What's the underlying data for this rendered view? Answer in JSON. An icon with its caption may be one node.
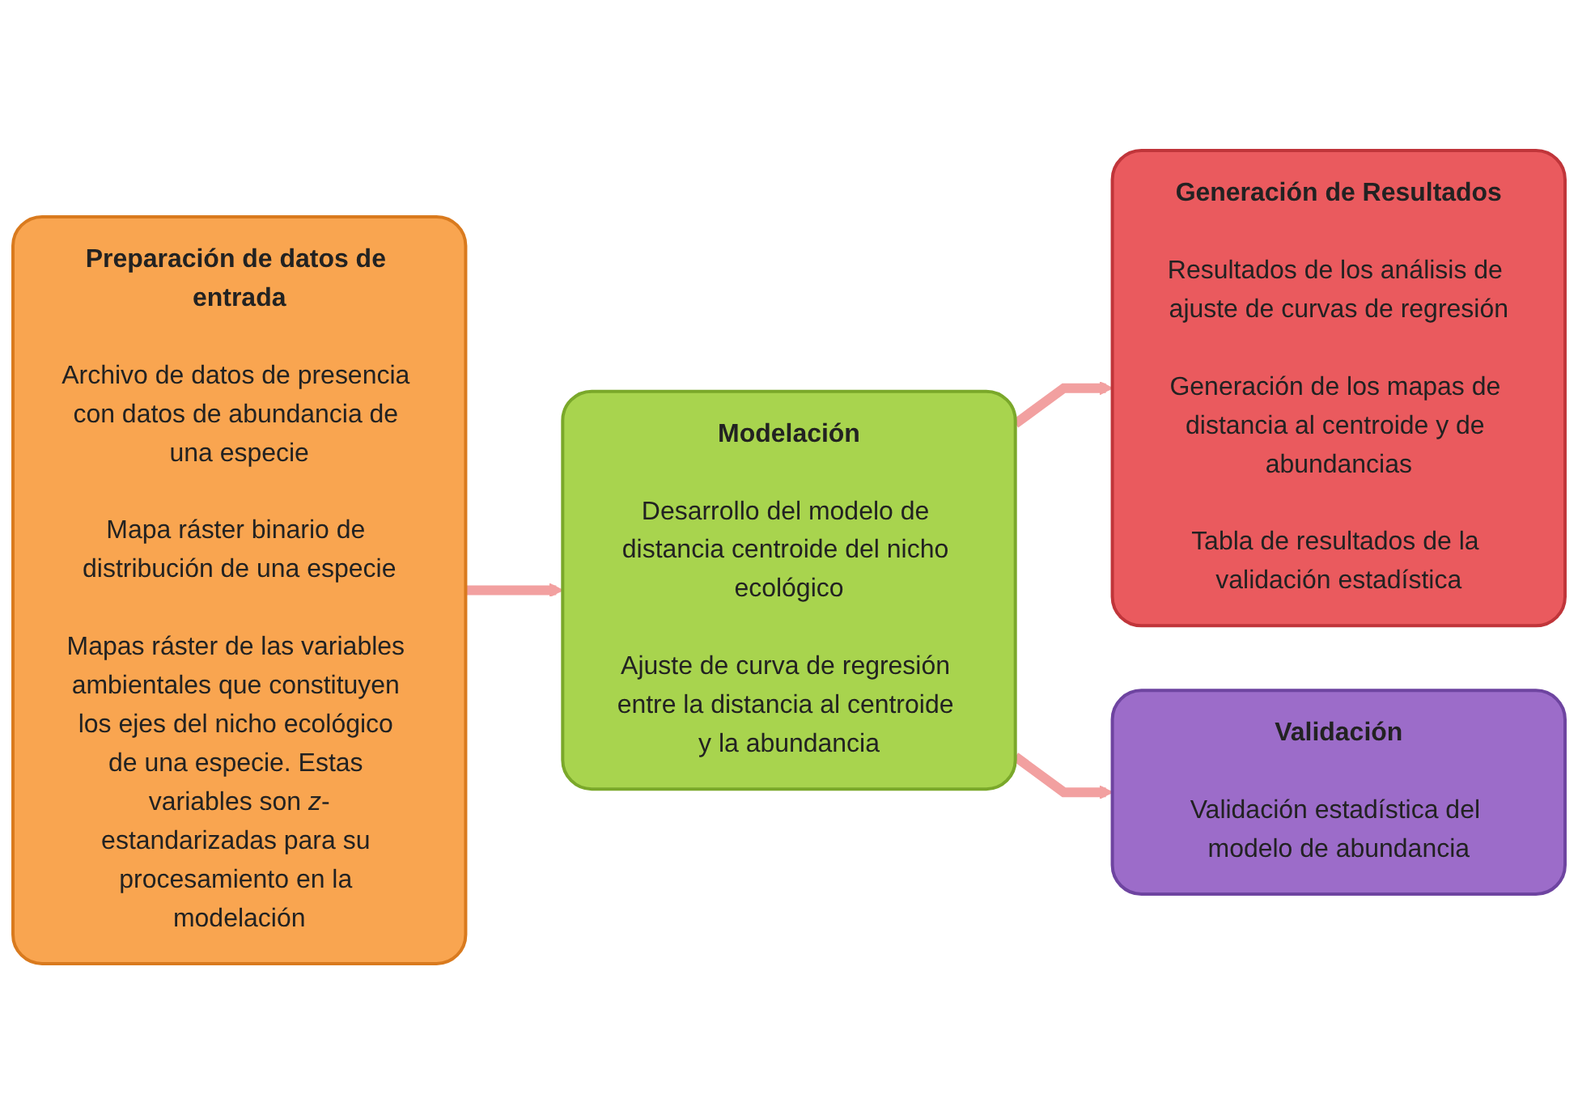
{
  "diagram": {
    "nodes": [
      {
        "text": [
          "Preparación de datos de entrada",
          "Archivo de datos de presencia con datos de abundancia de una especie",
          "Mapa ráster binario de distribución de una especie",
          "Mapas ráster de las variables ambientales que constituyen los ejes del nicho ecológico de una especie. Estas variables son *z*-estandarizadas para su procesamiento en la modelación"
        ]
      },
      {
        "text": [
          "Modelación",
          "Desarrollo del modelo de distancia centroide del nicho ecológico",
          "Ajuste de curva de regresión entre la distancia al centroide y la abundancia"
        ]
      },
      {
        "text": [
          "Generación de Resultados",
          "Resultados de los análisis de ajuste de curvas de regresión",
          "Generación de los mapas de distancia al centroide y de abundancias",
          "Tabla de resultados de la validación estadística"
        ]
      },
      {
        "text": [
          "Validación",
          "Validación estadística del modelo de abundancia"
        ]
      }
    ],
    "edges": [
      {
        "from": 0,
        "to": 1,
        "arrow": "to"
      },
      {
        "from": 1,
        "to": 2,
        "arrow": "to"
      },
      {
        "from": 1,
        "to": 3,
        "arrow": "to"
      }
    ]
  }
}
